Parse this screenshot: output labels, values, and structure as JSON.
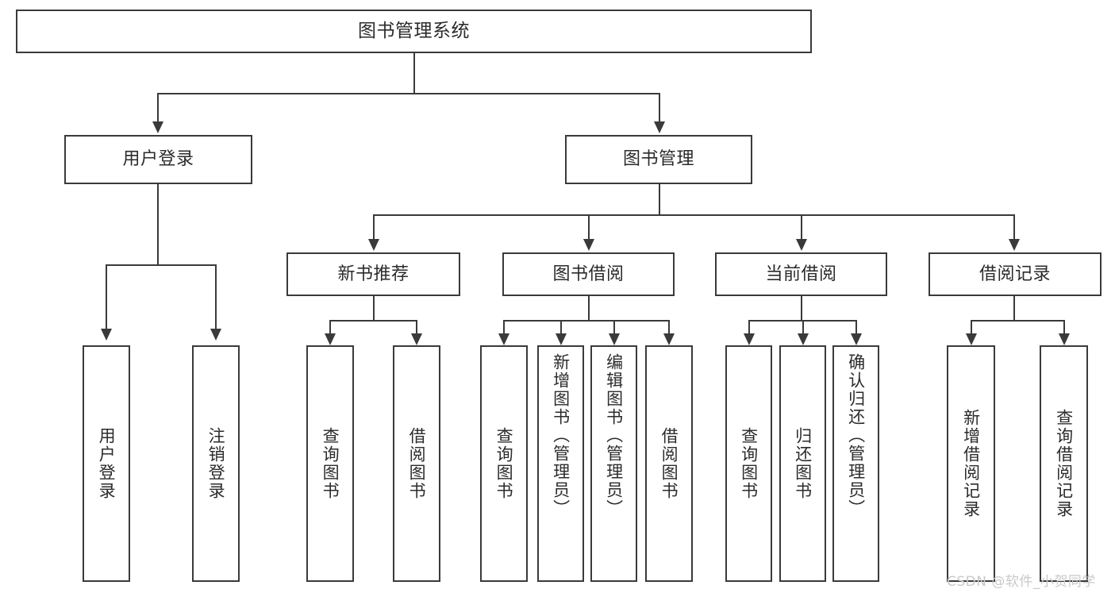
{
  "diagram": {
    "title": "图书管理系统",
    "type": "tree",
    "root": {
      "label": "图书管理系统"
    },
    "level1": [
      {
        "label": "用户登录"
      },
      {
        "label": "图书管理"
      }
    ],
    "level2": [
      {
        "label": "新书推荐"
      },
      {
        "label": "图书借阅"
      },
      {
        "label": "当前借阅"
      },
      {
        "label": "借阅记录"
      }
    ],
    "leaves": {
      "user_login": [
        {
          "label": "用户登录"
        },
        {
          "label": "注销登录"
        }
      ],
      "new_book_recommend": [
        {
          "label": "查询图书"
        },
        {
          "label": "借阅图书"
        }
      ],
      "book_borrow": [
        {
          "label": "查询图书"
        },
        {
          "label": "新增图书（管理员）"
        },
        {
          "label": "编辑图书（管理员）"
        },
        {
          "label": "借阅图书"
        }
      ],
      "current_borrow": [
        {
          "label": "查询图书"
        },
        {
          "label": "归还图书"
        },
        {
          "label": "确认归还（管理员）"
        }
      ],
      "borrow_record": [
        {
          "label": "新增借阅记录"
        },
        {
          "label": "查询借阅记录"
        }
      ]
    }
  },
  "watermark": {
    "text": "CSDN @软件_小贺同学"
  },
  "colors": {
    "box_border": "#3a3a3a",
    "line": "#3a3a3a",
    "text": "#2b2b2b",
    "background": "#ffffff",
    "watermark": "#c9c9c9"
  }
}
